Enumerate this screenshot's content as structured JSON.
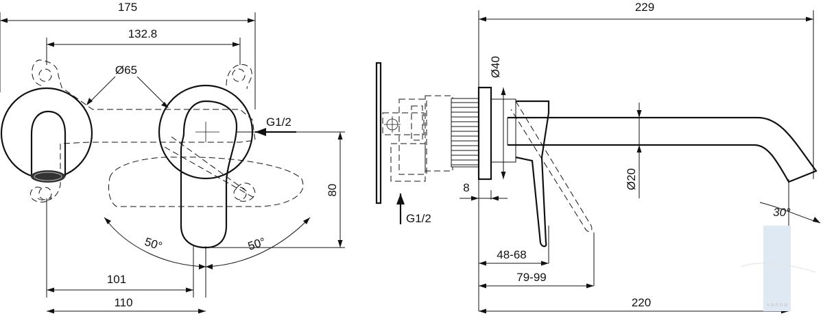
{
  "front_view": {
    "dims": {
      "overall_width": "175",
      "hole_spacing": "132.8",
      "rosette_diameter": "Ø65",
      "supply_thread": "G1/2",
      "height": "80",
      "lever_angle_left": "50°",
      "lever_angle_right": "50°",
      "offset_101": "101",
      "offset_110": "110"
    }
  },
  "side_view": {
    "dims": {
      "overall_depth": "229",
      "flange_diameter": "Ø40",
      "spout_diameter": "Ø20",
      "flange_thickness": "8",
      "supply_thread": "G1/2",
      "spout_angle": "30°",
      "wall_range_1": "48-68",
      "wall_range_2": "79-99",
      "spout_projection": "220"
    }
  },
  "watermark": {
    "text": "vanna"
  }
}
